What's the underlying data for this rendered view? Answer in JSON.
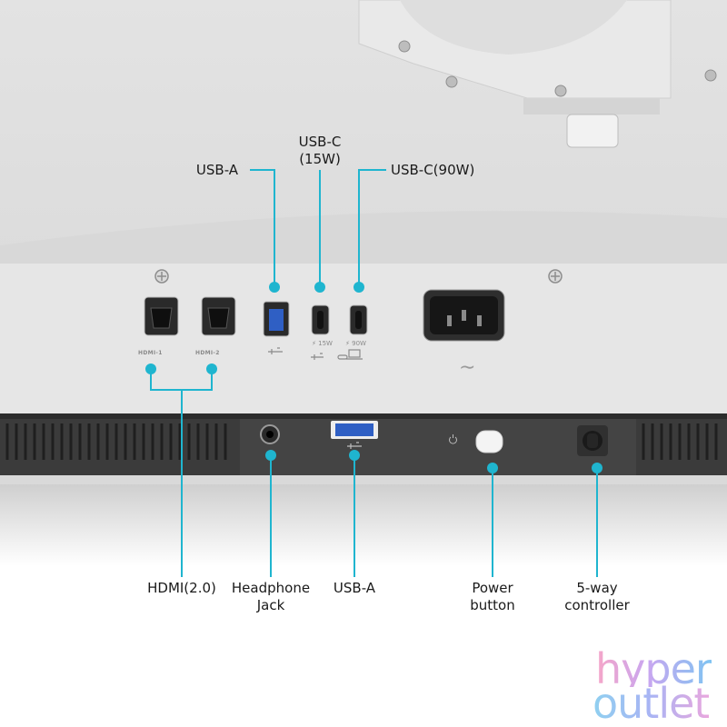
{
  "callouts": {
    "usb_a_top": "USB-A",
    "usb_c_15w": "USB-C\n(15W)",
    "usb_c_90w": "USB-C(90W)",
    "hdmi": "HDMI(2.0)",
    "headphone": "Headphone\nJack",
    "usb_a_bottom": "USB-A",
    "power": "Power\nbutton",
    "controller": "5-way\ncontroller"
  },
  "port_markings": {
    "hdmi_1": "HDMI-1",
    "hdmi_2": "HDMI-2",
    "watt_15": "15W",
    "watt_90": "90W"
  },
  "logo": {
    "line1": "hyper",
    "line2": "outlet"
  },
  "colors": {
    "callout_line": "#1fb5cf",
    "panel": "#e4e4e4",
    "dark_strip": "#3b3b3b",
    "port_black": "#1c1c1c"
  }
}
